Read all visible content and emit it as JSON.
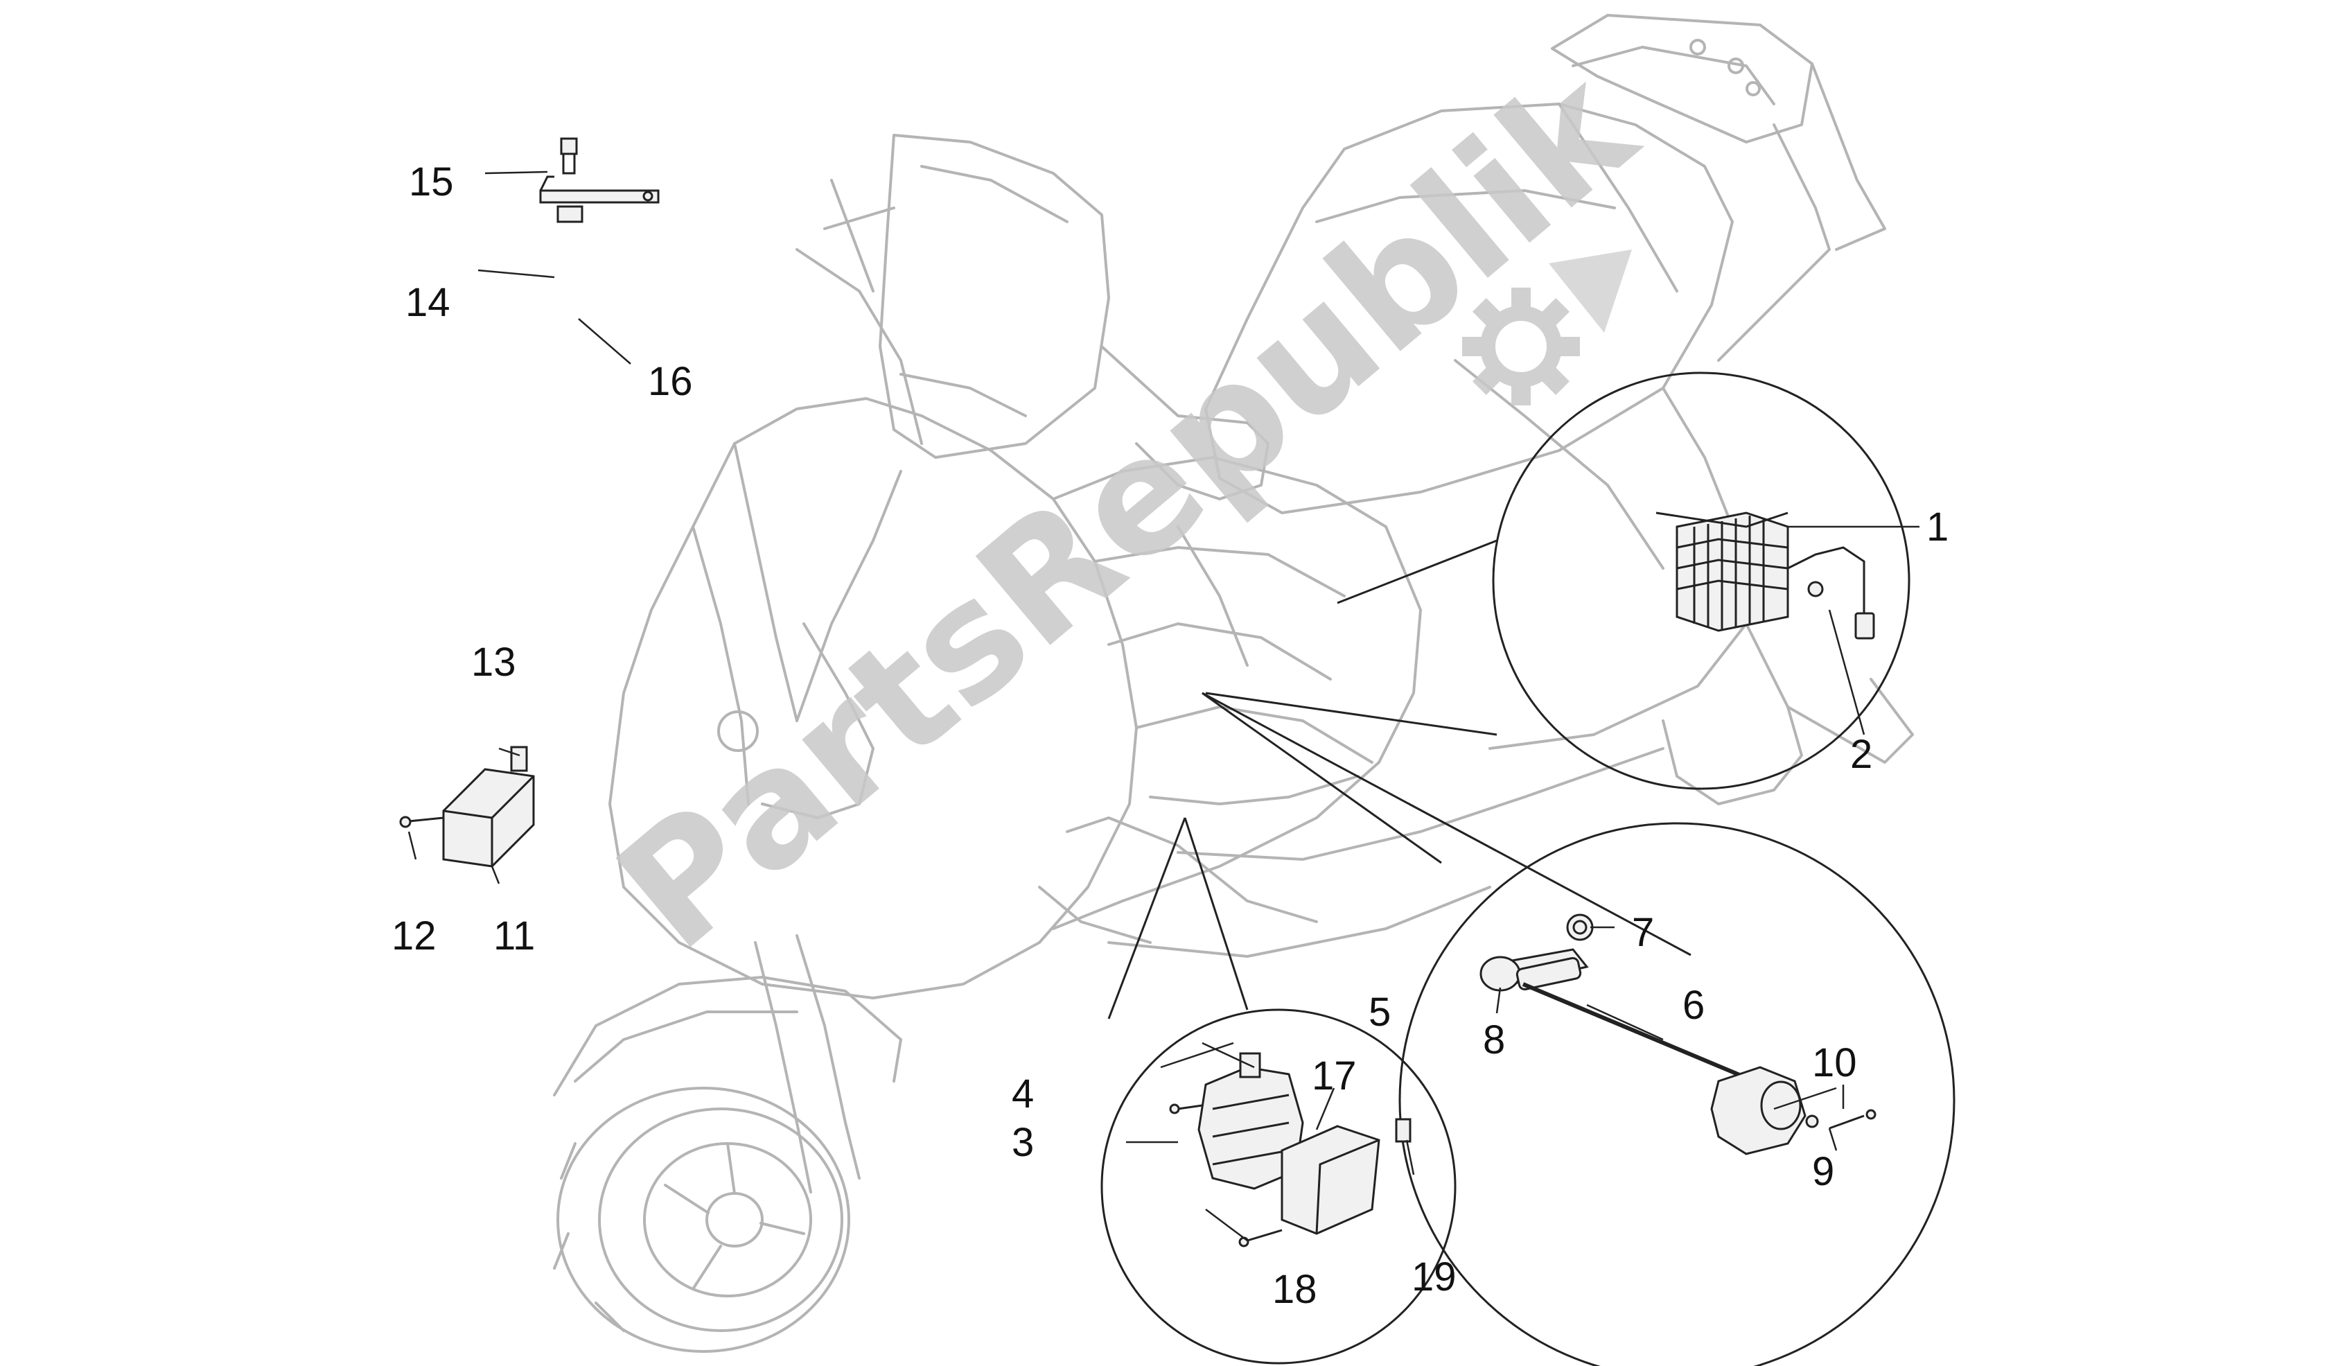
{
  "diagram": {
    "parts": [
      {
        "id": "p1",
        "label": "1"
      },
      {
        "id": "p2",
        "label": "2"
      },
      {
        "id": "p3",
        "label": "3"
      },
      {
        "id": "p4",
        "label": "4"
      },
      {
        "id": "p5",
        "label": "5"
      },
      {
        "id": "p6",
        "label": "6"
      },
      {
        "id": "p7",
        "label": "7"
      },
      {
        "id": "p8",
        "label": "8"
      },
      {
        "id": "p9",
        "label": "9"
      },
      {
        "id": "p10",
        "label": "10"
      },
      {
        "id": "p11",
        "label": "11"
      },
      {
        "id": "p12",
        "label": "12"
      },
      {
        "id": "p13",
        "label": "13"
      },
      {
        "id": "p14",
        "label": "14"
      },
      {
        "id": "p15",
        "label": "15"
      },
      {
        "id": "p16",
        "label": "16"
      },
      {
        "id": "p17",
        "label": "17"
      },
      {
        "id": "p18",
        "label": "18"
      },
      {
        "id": "p19",
        "label": "19"
      }
    ]
  },
  "watermark": {
    "text": "PartsRepublik",
    "color": "#c8c8c8"
  },
  "colors": {
    "line": "#222222",
    "scooter_outline": "#b4b4b4",
    "part_fill": "#f1f1f1",
    "background": "#ffffff"
  }
}
